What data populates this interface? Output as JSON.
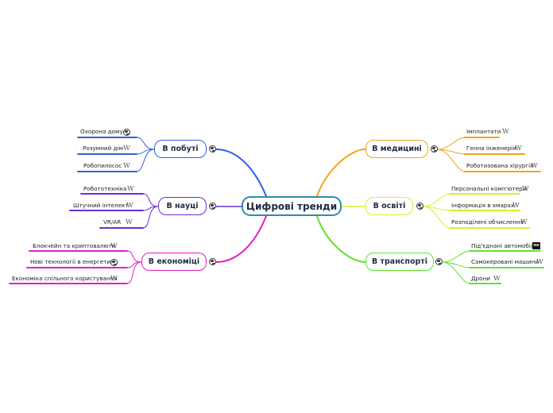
{
  "central": {
    "label": "Цифрові тренди",
    "color": "#2e8bb0"
  },
  "branches": [
    {
      "label": "В медицині",
      "color": "#f5a31a",
      "leaves": [
        {
          "label": "Імплантати",
          "icon": "wikipedia-icon"
        },
        {
          "label": "Генна інженерія",
          "icon": "wikipedia-icon"
        },
        {
          "label": "Роботизована хірургія",
          "icon": "wikipedia-icon"
        }
      ]
    },
    {
      "label": "В освіті",
      "color": "#d9ef2a",
      "leaves": [
        {
          "label": "Персональні комп'ютери",
          "icon": "wikipedia-icon"
        },
        {
          "label": "Інформація в хмарах",
          "icon": "wikipedia-icon"
        },
        {
          "label": "Розподілені обчислення",
          "icon": "wikipedia-icon"
        }
      ]
    },
    {
      "label": "В транспорті",
      "color": "#5ce62a",
      "leaves": [
        {
          "label": "Під'єднані автомобілі",
          "icon": "ne-icon"
        },
        {
          "label": "Самокеровані машини",
          "icon": "wikipedia-icon"
        },
        {
          "label": "Дрони",
          "icon": "wikipedia-icon"
        }
      ]
    },
    {
      "label": "В побуті",
      "color": "#2f62e0",
      "leaves": [
        {
          "label": "Охорона дому",
          "icon": "globe-icon"
        },
        {
          "label": "Розумний дім",
          "icon": "wikipedia-icon"
        },
        {
          "label": "Робопилосос",
          "icon": "wikipedia-icon"
        }
      ]
    },
    {
      "label": "В науці",
      "color": "#6a2fcf",
      "leaves": [
        {
          "label": "Робототехніка",
          "icon": "wikipedia-icon"
        },
        {
          "label": "Штучний інтелект",
          "icon": "wikipedia-icon"
        },
        {
          "label": "VR/AR",
          "icon": "wikipedia-icon"
        }
      ]
    },
    {
      "label": "В економіці",
      "color": "#e020c8",
      "leaves": [
        {
          "label": "Блокчейн та криптовалюти",
          "icon": "wikipedia-icon"
        },
        {
          "label": "Нові технології в енергетиці",
          "icon": "globe-icon"
        },
        {
          "label": "Економіка спільного користування",
          "icon": "wikipedia-icon"
        }
      ]
    }
  ]
}
